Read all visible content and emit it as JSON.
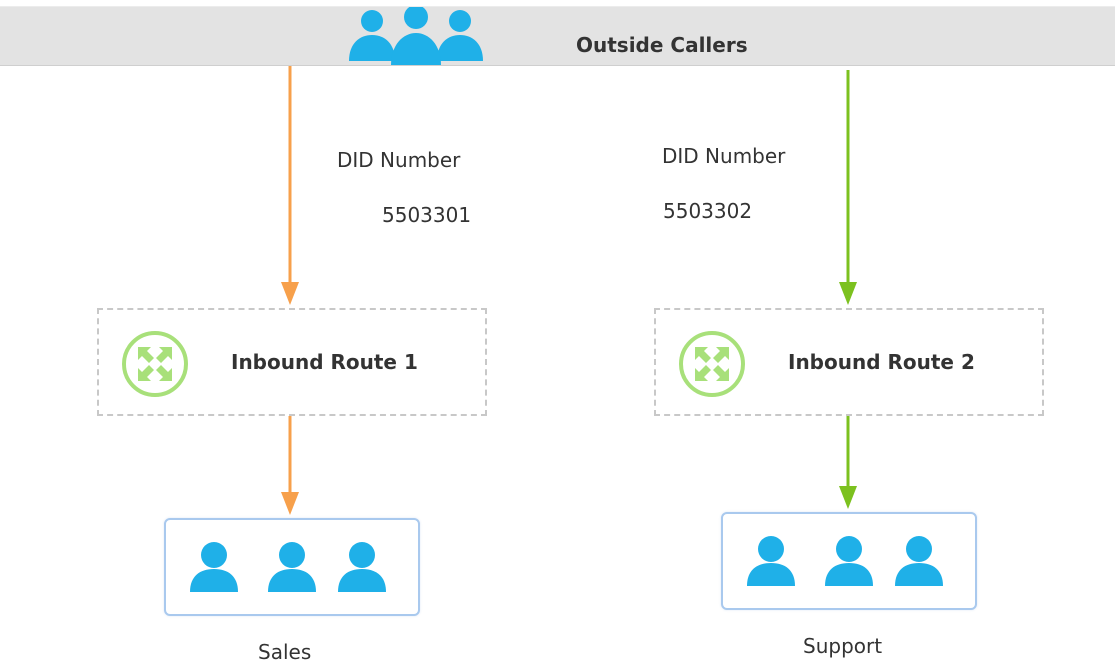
{
  "banner": {
    "title": "Outside Callers",
    "icon": "users-group-icon"
  },
  "left": {
    "did_label": "DID Number",
    "did_number": "5503301",
    "route_title": "Inbound Route 1",
    "group_label": "Sales",
    "arrow_color": "#f7a04b"
  },
  "right": {
    "did_label": "DID Number",
    "did_number": "5503302",
    "route_title": "Inbound Route 2",
    "group_label": "Support",
    "arrow_color": "#7cc11f"
  },
  "colors": {
    "person": "#1fb0e8",
    "route_icon": "#a8e07a",
    "banner": "#e3e3e3",
    "group_border": "#a9c9ee"
  }
}
